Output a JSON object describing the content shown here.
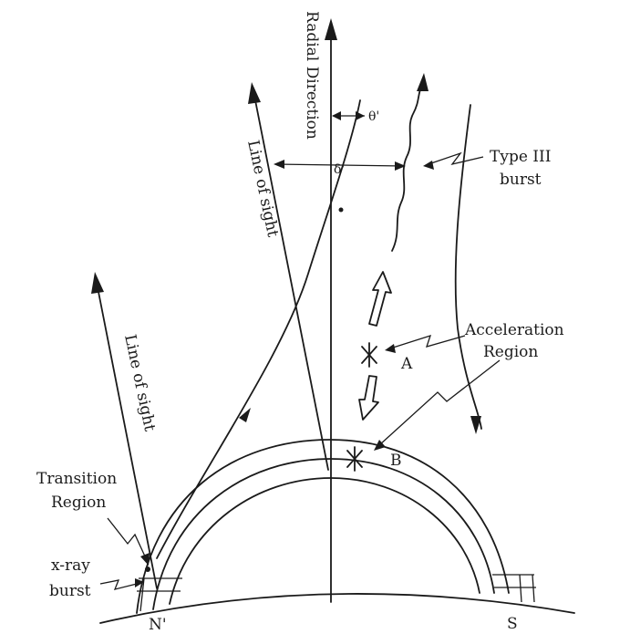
{
  "labels": {
    "radial_direction": "Radial Direction",
    "theta": "θ'",
    "delta": "δ'",
    "line_of_sight_upper": "Line of sight",
    "line_of_sight_left": "Line of sight",
    "type_iii_1": "Type III",
    "type_iii_2": "burst",
    "acceleration_1": "Acceleration",
    "acceleration_2": "Region",
    "point_a": "A",
    "point_b": "B",
    "transition_1": "Transition",
    "transition_2": "Region",
    "xray_1": "x-ray",
    "xray_2": "burst",
    "foot_n": "N'",
    "foot_s": "S"
  },
  "colors": {
    "ink": "#1a1a1a",
    "paper": "#ffffff"
  }
}
